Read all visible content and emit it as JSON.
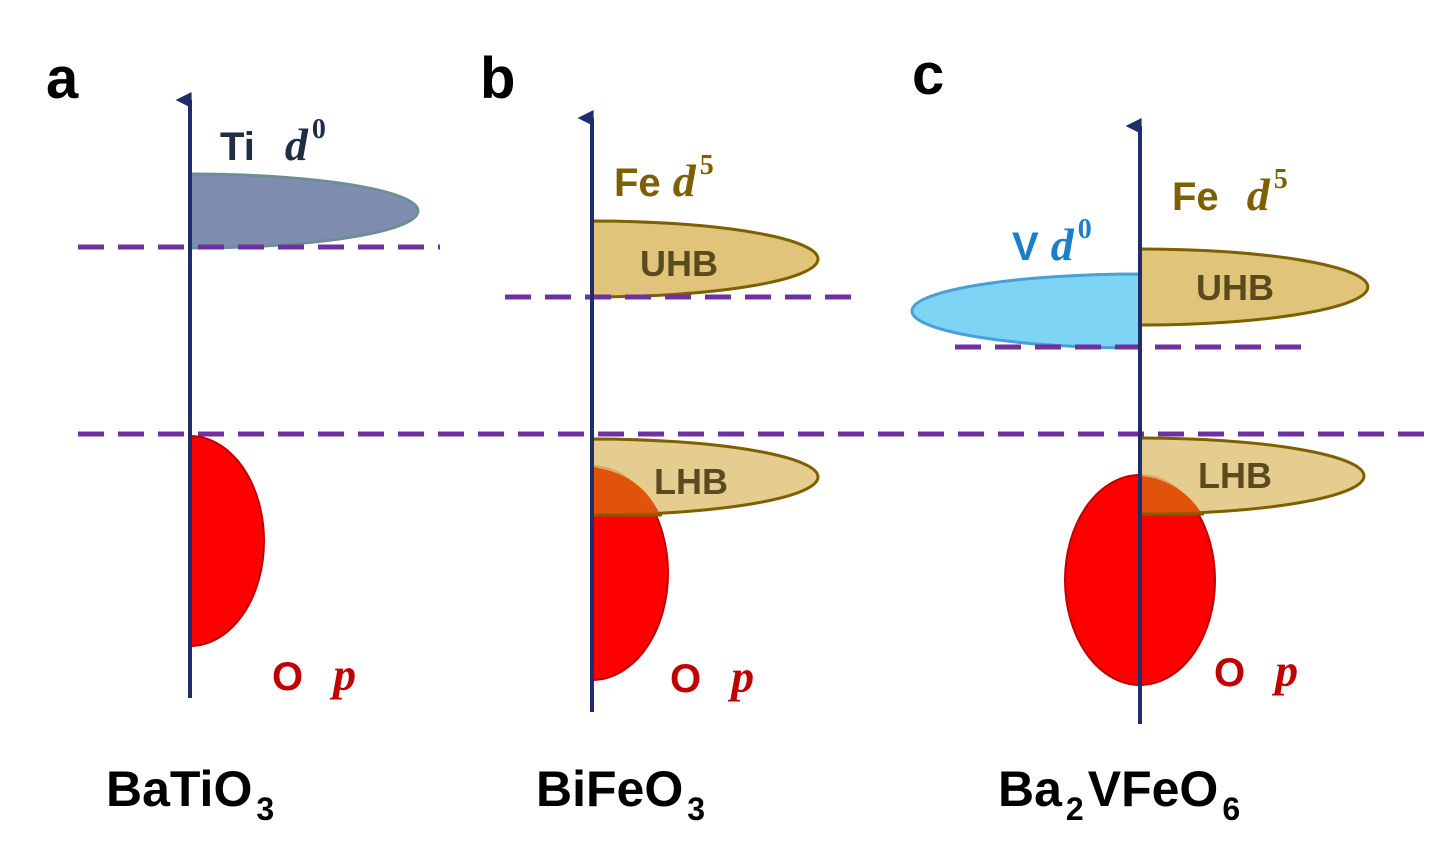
{
  "panels": [
    {
      "label": "a",
      "compound": {
        "base": "BaTiO",
        "sub": "3",
        "tail": "",
        "tail_sub": ""
      },
      "upper": {
        "species": "Ti",
        "orbital": "d",
        "sup": "0"
      },
      "lower": {
        "species": "O",
        "orbital": "p"
      }
    },
    {
      "label": "b",
      "compound": {
        "base": "BiFeO",
        "sub": "3",
        "tail": "",
        "tail_sub": ""
      },
      "upper": {
        "species": "Fe",
        "orbital": "d",
        "sup": "5"
      },
      "bands": {
        "upper": "UHB",
        "lower": "LHB"
      },
      "lower": {
        "species": "O",
        "orbital": "p"
      }
    },
    {
      "label": "c",
      "compound": {
        "base": "Ba",
        "sub": "2",
        "tail": "VFeO",
        "tail_sub": "6"
      },
      "left_upper": {
        "species": "V",
        "orbital": "d",
        "sup": "0"
      },
      "upper": {
        "species": "Fe",
        "orbital": "d",
        "sup": "5"
      },
      "bands": {
        "upper": "UHB",
        "lower": "LHB"
      },
      "lower": {
        "species": "O",
        "orbital": "p"
      }
    }
  ],
  "colors": {
    "ti_band": "#7f8db0",
    "fe_band": "#dfc47a",
    "fe_band_edge": "#7f6000",
    "v_band": "#7dd4f5",
    "v_band_edge": "#4a9fd4",
    "o_band": "#ff0000",
    "overlap": "#e04a00",
    "fermi_dash": "#7030a0",
    "axis": "#1f2d6b",
    "ti_text": "#1f2d45",
    "fe_text": "#7f6000",
    "v_text": "#1a7fc8",
    "o_text": "#c00000"
  }
}
